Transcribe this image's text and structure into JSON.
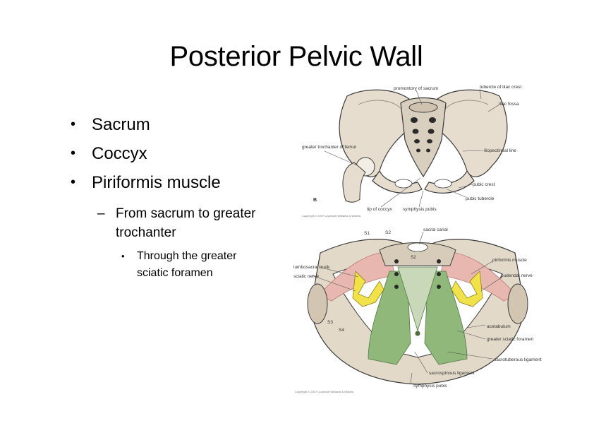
{
  "slide": {
    "title": "Posterior Pelvic Wall",
    "bullets": [
      "Sacrum",
      "Coccyx",
      "Piriformis muscle"
    ],
    "sub_bullet": "From sacrum to greater trochanter",
    "sub_sub_bullet": "Through the greater sciatic foramen"
  },
  "figure_top": {
    "labels": {
      "promontory": "promontory of sacrum",
      "tubercle": "tubercle of iliac crest",
      "iliac_fossa": "iliac fossa",
      "greater_trochanter": "greater trochanter of femur",
      "iliopectineal": "iliopectineal line",
      "pubic_crest": "pubic crest",
      "pubic_tubercle": "pubic tubercle",
      "tip_coccyx": "tip of coccyx",
      "symphysis": "symphysis pubis",
      "panel_letter": "B"
    },
    "copyright": "Copyright © 2007 Lippincott Williams & Wilkins."
  },
  "figure_bottom": {
    "labels": {
      "s1": "S1",
      "s2": "S2",
      "s3": "S3",
      "s4": "S4",
      "s2_center": "S2",
      "sacral_canal": "sacral canal",
      "lumbosacral_trunk": "lumbosacral trunk",
      "sciatic_nerve": "sciatic nerve",
      "piriformis": "piriformis muscle",
      "pudendal": "pudendal nerve",
      "acetabulum": "acetabulum",
      "greater_sciatic": "greater sciatic foramen",
      "sacrotuberous": "sacrotuberous ligament",
      "sacrospinous": "sacrospinous ligament",
      "symphysis": "symphysis pubis"
    },
    "copyright": "Copyright © 2007 Lippincott Williams & Wilkins."
  }
}
